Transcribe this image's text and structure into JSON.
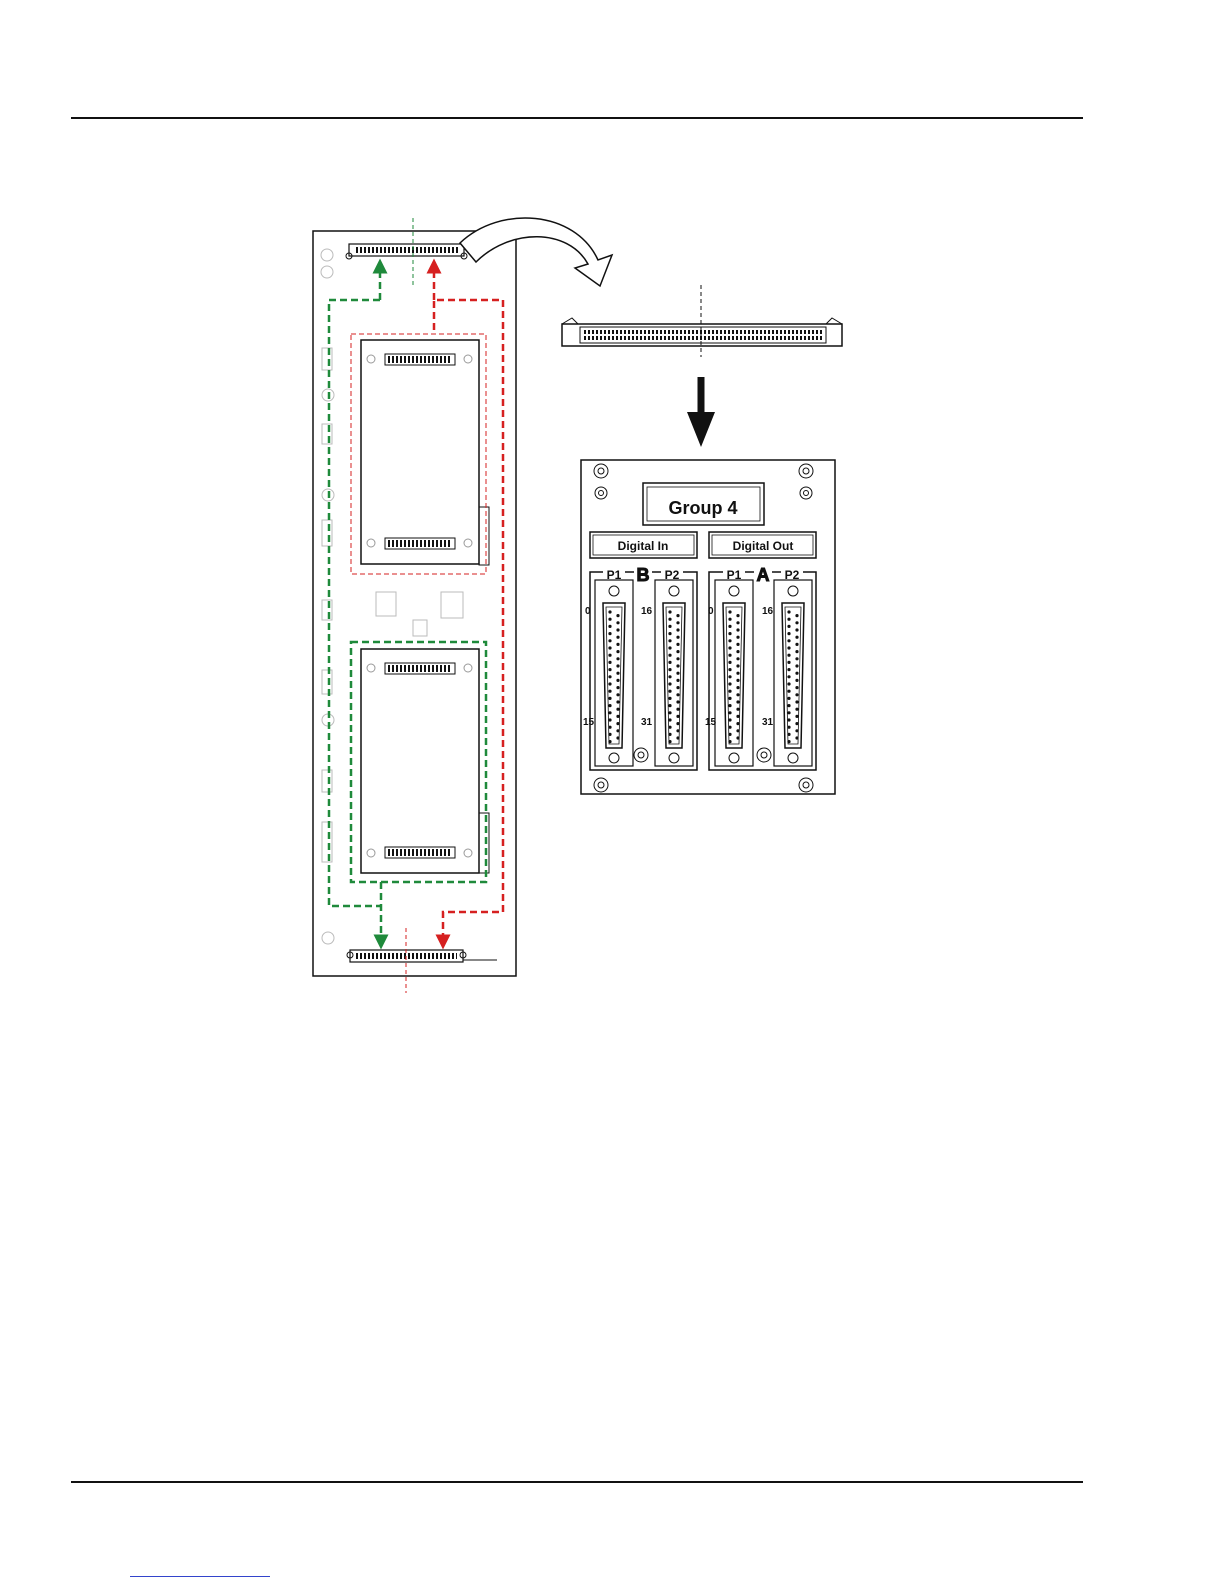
{
  "panel": {
    "group_label": "Group 4",
    "digital_in_label": "Digital In",
    "digital_out_label": "Digital Out",
    "bank_b_label": "B",
    "bank_a_label": "A",
    "p1_label": "P1",
    "p2_label": "P2",
    "pin_0": "0",
    "pin_15": "15",
    "pin_16": "16",
    "pin_31": "31"
  },
  "colors": {
    "green_path": "#1f8a3b",
    "red_path": "#d62020",
    "outline": "#111111"
  }
}
